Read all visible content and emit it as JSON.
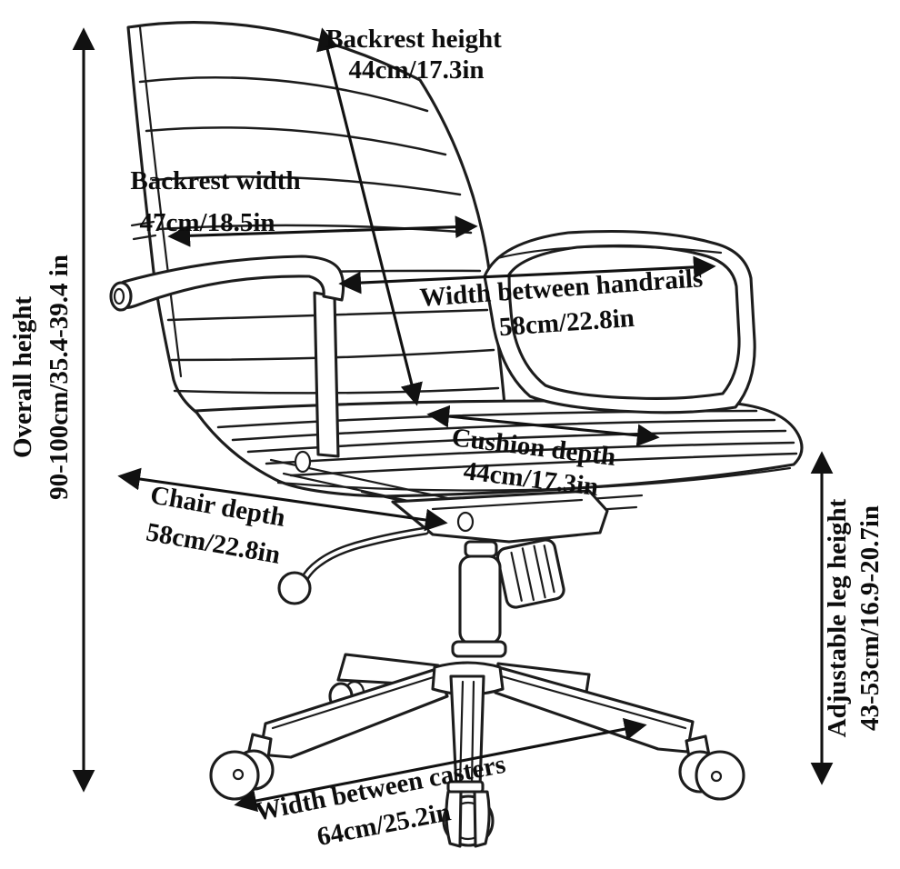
{
  "figure": {
    "kind": "office-chair dimension diagram",
    "style": "black line drawing on white",
    "line_color": "#1c1c1c",
    "background_color": "#ffffff",
    "text_color": "#0d0d0d"
  },
  "dimensions": {
    "overall_height": {
      "label": "Overall height",
      "value": "90-100cm/35.4-39.4 in"
    },
    "backrest_height": {
      "label": "Backrest height",
      "value": "44cm/17.3in"
    },
    "backrest_width": {
      "label": "Backrest width",
      "value": "47cm/18.5in"
    },
    "width_between_handrails": {
      "label": "Width between handrails",
      "value": "58cm/22.8in"
    },
    "cushion_depth": {
      "label": "Cushion depth",
      "value": "44cm/17.3in"
    },
    "chair_depth": {
      "label": "Chair depth",
      "value": "58cm/22.8in"
    },
    "adjustable_leg_height": {
      "label": "Adjustable leg height",
      "value": "43-53cm/16.9-20.7in"
    },
    "width_between_casters": {
      "label": "Width between casters",
      "value": "64cm/25.2in"
    }
  }
}
